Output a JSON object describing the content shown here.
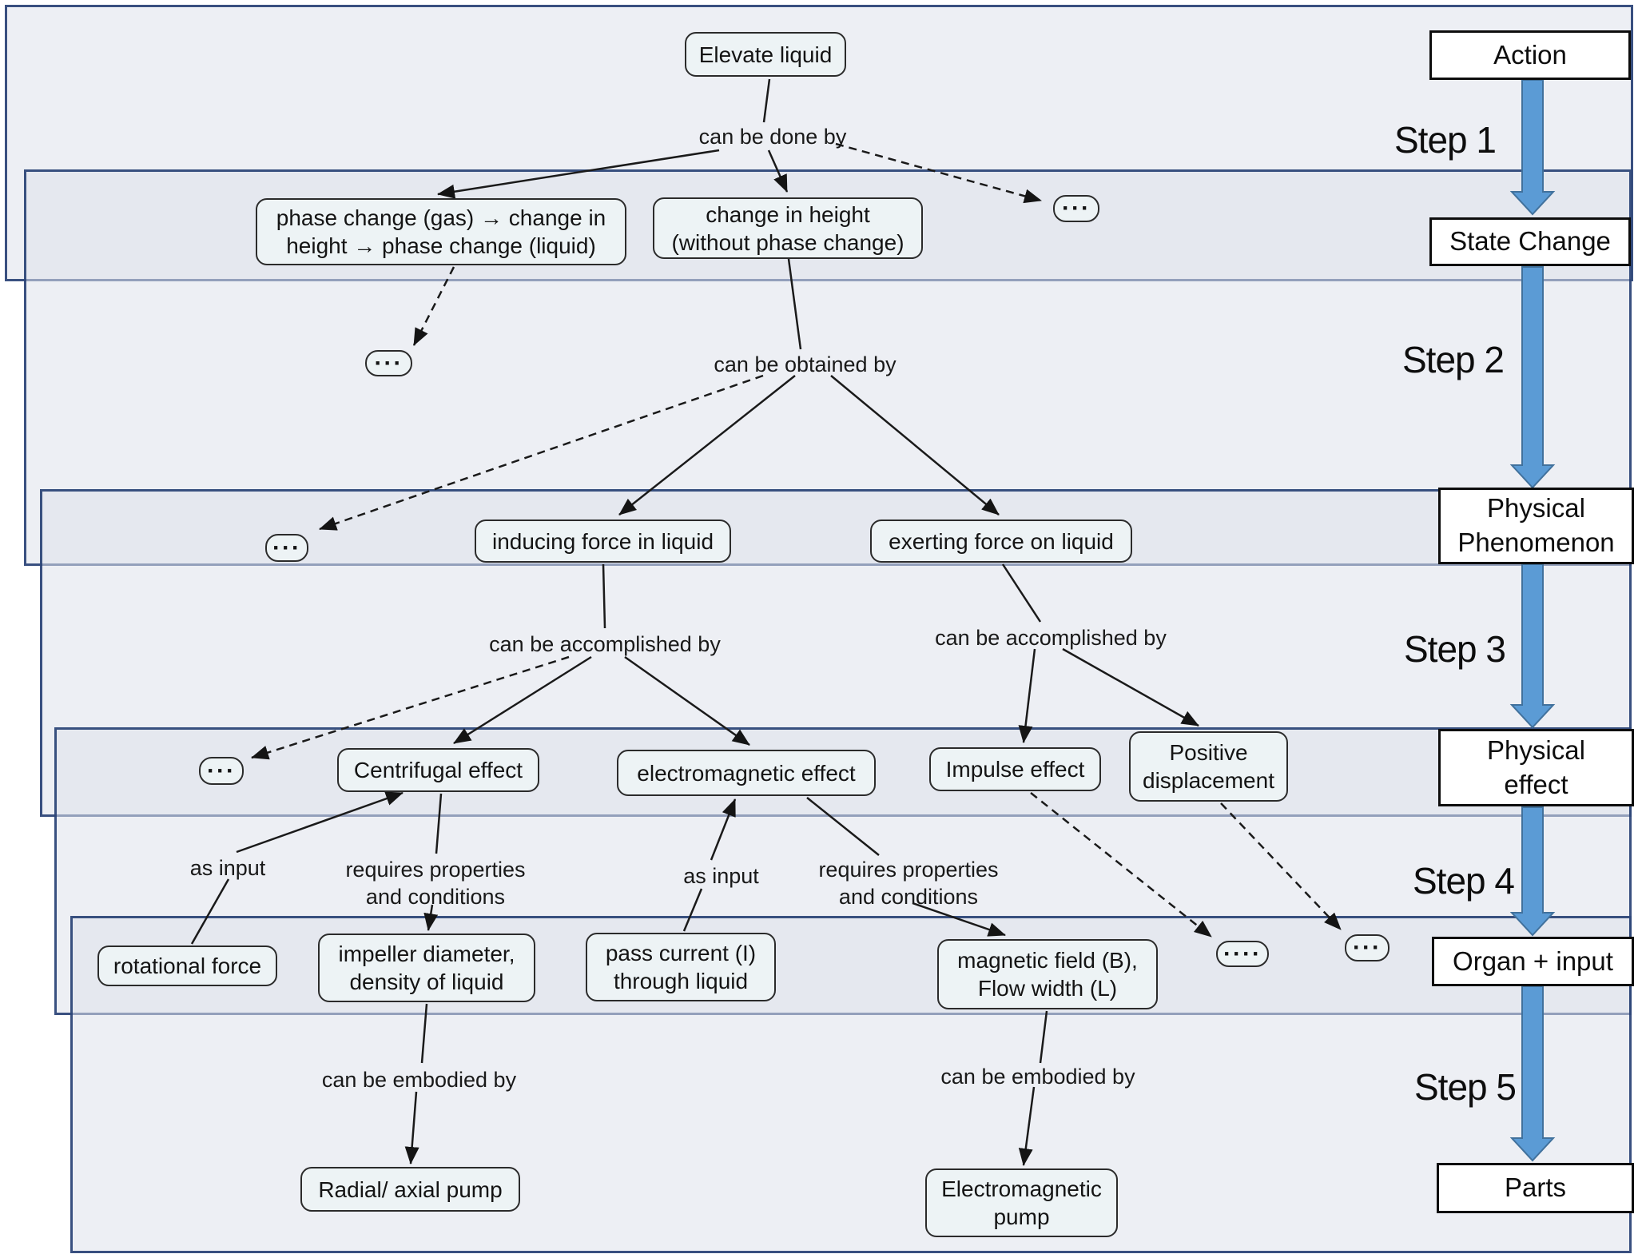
{
  "figure": {
    "nodes": {
      "elevate": "Elevate liquid",
      "phase": "phase change (gas) → change in\nheight → phase change (liquid)",
      "change_height": "change in height\n(without phase change)",
      "inducing": "inducing force in liquid",
      "exerting": "exerting force on liquid",
      "centrifugal": "Centrifugal effect",
      "em_effect": "electromagnetic effect",
      "impulse": "Impulse effect",
      "positive": "Positive\ndisplacement",
      "rotational": "rotational force",
      "impeller": "impeller diameter,\ndensity of liquid",
      "pass_current": "pass current (I)\nthrough liquid",
      "magnetic": "magnetic field (B),\nFlow width (L)",
      "radial_pump": "Radial/ axial pump",
      "em_pump": "Electromagnetic\npump",
      "dots3": "···",
      "dots4": "····"
    },
    "rail": {
      "action": "Action",
      "state_change": "State Change",
      "phenomenon": "Physical\nPhenomenon",
      "effect": "Physical\neffect",
      "organ": "Organ + input",
      "parts": "Parts"
    },
    "steps": {
      "s1": "Step 1",
      "s2": "Step 2",
      "s3": "Step 3",
      "s4": "Step 4",
      "s5": "Step 5"
    },
    "edge_labels": {
      "done": "can be done by",
      "obtained": "can be obtained by",
      "accomplished_left": "can be accomplished by",
      "accomplished_right": "can be accomplished by",
      "as_input_left": "as input",
      "requires_left": "requires properties\nand conditions",
      "as_input_right": "as input",
      "requires_right": "requires properties\nand conditions",
      "embodied_left": "can be embodied by",
      "embodied_right": "can be embodied by"
    },
    "colors": {
      "band_fill": "#e5e8ef",
      "base_fill": "#edeff4",
      "frame_border": "#24407e",
      "node_fill": "#edf3f5",
      "node_border": "#2b2b2b",
      "rail_arrow_fill": "#5b9bd5",
      "rail_arrow_stroke": "#41719c",
      "line_color": "#1a1a1a"
    }
  }
}
